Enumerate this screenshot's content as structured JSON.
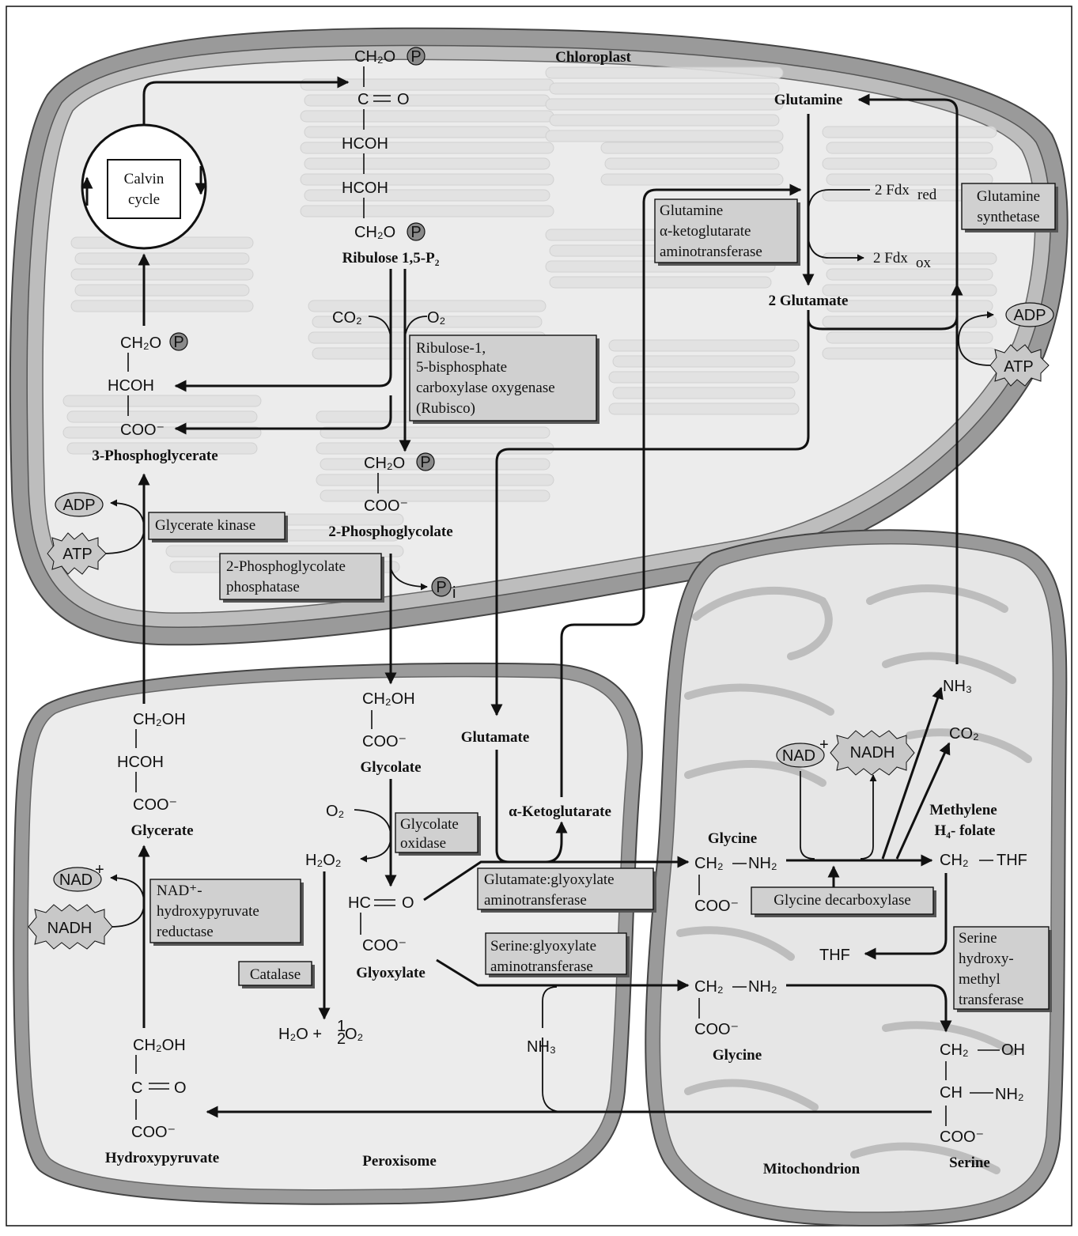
{
  "compartments": {
    "chloroplast": "Chloroplast",
    "peroxisome": "Peroxisome",
    "mitochondrion": "Mitochondrion"
  },
  "calvin": {
    "line1": "Calvin",
    "line2": "cycle"
  },
  "phospho_label": "P",
  "pi_label": "P",
  "pi_sub": "i",
  "ribulose": {
    "ch2o_top": "CH₂O",
    "c": "C",
    "o": "O",
    "hcoh1": "HCOH",
    "hcoh2": "HCOH",
    "ch2o_bottom": "CH₂O",
    "name": "Ribulose 1,5-P₂"
  },
  "co2": "CO₂",
  "o2": "O₂",
  "rubisco": {
    "line1": "Ribulose-1,",
    "line2": "5-bisphosphate",
    "line3": "carboxylase oxygenase",
    "line4": "(Rubisco)"
  },
  "pga": {
    "ch2o": "CH₂O",
    "hcoh": "HCOH",
    "coo": "COO⁻",
    "name": "3-Phosphoglycerate"
  },
  "pgly": {
    "ch2o": "CH₂O",
    "coo": "COO⁻",
    "name": "2-Phosphoglycolate"
  },
  "glycerate_kinase": "Glycerate kinase",
  "adp": "ADP",
  "atp": "ATP",
  "pgp": {
    "line1": "2-Phosphoglycolate",
    "line2": "phosphatase"
  },
  "glutamine": "Glutamine",
  "gogat": {
    "line1": "Glutamine",
    "line2": "α-ketoglutarate",
    "line3": "aminotransferase"
  },
  "fdx_red": {
    "text": "2 Fdx",
    "sub": "red"
  },
  "fdx_ox": {
    "text": "2 Fdx",
    "sub": "ox"
  },
  "two_glutamate": "2 Glutamate",
  "gs": {
    "line1": "Glutamine",
    "line2": "synthetase"
  },
  "glycerate": {
    "ch2oh": "CH₂OH",
    "hcoh": "HCOH",
    "coo": "COO⁻",
    "name": "Glycerate"
  },
  "glycolate": {
    "ch2oh": "CH₂OH",
    "coo": "COO⁻",
    "name": "Glycolate"
  },
  "glycolate_oxidase": {
    "line1": "Glycolate",
    "line2": "oxidase"
  },
  "h2o2": "H₂O₂",
  "glyoxylate": {
    "hc": "HC",
    "o": "O",
    "coo": "COO⁻",
    "name": "Glyoxylate"
  },
  "catalase": "Catalase",
  "water": {
    "main": "H₂O +",
    "frac_num": "1",
    "frac_den": "2",
    "o2": "O₂"
  },
  "glutamate": "Glutamate",
  "akg": "α-Ketoglutarate",
  "ggat": {
    "line1": "Glutamate:glyoxylate",
    "line2": "aminotransferase"
  },
  "sgat": {
    "line1": "Serine:glyoxylate",
    "line2": "aminotransferase"
  },
  "nad": "NAD",
  "nad_sup": "+",
  "nadh": "NADH",
  "hpr": {
    "line1": "NAD⁺-",
    "line2": "hydroxypyruvate",
    "line3": "reductase"
  },
  "hydroxypyruvate": {
    "ch2oh": "CH₂OH",
    "c": "C",
    "o": "O",
    "coo": "COO⁻",
    "name": "Hydroxypyruvate"
  },
  "nh3_perox": "NH₃",
  "glycine1": {
    "name": "Glycine",
    "ch2": "CH₂",
    "nh2": "NH₂",
    "coo": "COO⁻"
  },
  "glycine2": {
    "name": "Glycine",
    "ch2": "CH₂",
    "nh2": "NH₂",
    "coo": "COO⁻"
  },
  "gdc": "Glycine decarboxylase",
  "thf": "THF",
  "methylene": {
    "line1": "Methylene",
    "line2": "H₄- folate",
    "ch2": "CH₂",
    "thf": "THF"
  },
  "shmt": {
    "line1": "Serine",
    "line2": "hydroxy-",
    "line3": "methyl",
    "line4": "transferase"
  },
  "serine": {
    "ch2": "CH₂",
    "oh": "OH",
    "ch": "CH",
    "nh2": "NH₂",
    "coo": "COO⁻",
    "name": "Serine"
  },
  "nh3_mito": "NH₃",
  "co2_mito": "CO₂",
  "colors": {
    "membrane": "#8c8c8c",
    "stroma": "#ececec",
    "enzyme_box": "#d0d0d0",
    "cofactor": "#c8c8c8"
  }
}
